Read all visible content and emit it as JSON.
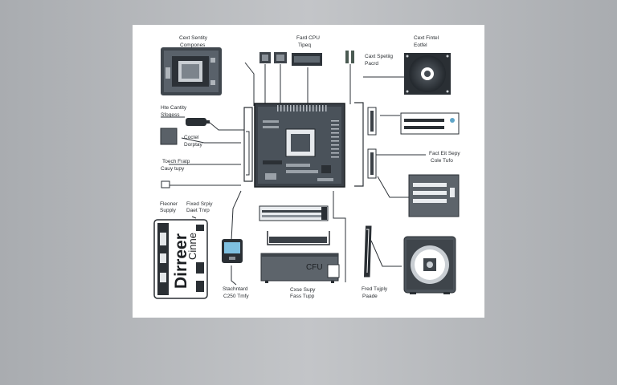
{
  "labels": {
    "cpu_cooler": [
      "Cext Sentity",
      "Compones"
    ],
    "cpu_top": [
      "Fard CPU",
      "Tipeq"
    ],
    "fan_top": [
      "Cext Fintel",
      "Eotfel"
    ],
    "case_spring": [
      "Caxt Spetiig",
      "Pacrd"
    ],
    "storage_left": [
      "Hte Cantity",
      "Sfoqess"
    ],
    "coiled": [
      "Coctel",
      "Dorptay"
    ],
    "touch": [
      "Toech Fratp",
      "Cauy tupy"
    ],
    "fact_supply": [
      "Fact Eit Sepy",
      "Cole Tufo"
    ],
    "power_left": [
      "Fleoner",
      "Supply"
    ],
    "fixed_supply": [
      "Fixed Srpiy",
      "Daet Tnrp"
    ],
    "storage_bottom": [
      "Stachntard",
      "C250 Tmfy"
    ],
    "case_supply_mid": [
      "Cxse Supy",
      "Fass Tupp"
    ],
    "fixed_supply_right": [
      "Fred Tujply",
      "Paade"
    ]
  },
  "psu_text": {
    "line1": "Dirreer",
    "line2": "Cinne"
  },
  "cpu_box_text": "CFU"
}
